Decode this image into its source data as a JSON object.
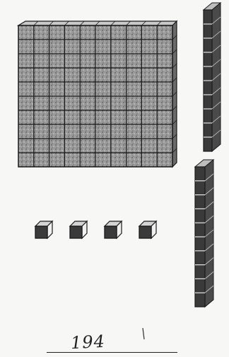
{
  "worksheet": {
    "answer": "194"
  },
  "blocks": {
    "hundreds": 1,
    "tens": 2,
    "ones": 4
  },
  "colors": {
    "ink": "#1a1a1a",
    "grey_fill": "#8a8a8a",
    "dark_fill": "#3a3a3a",
    "paper": "#f7f7f5"
  }
}
